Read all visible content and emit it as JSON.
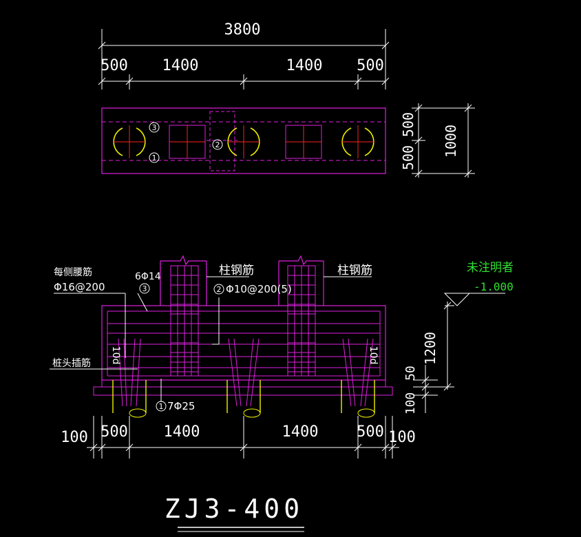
{
  "colors": {
    "background": "#000000",
    "outline": "#e020e0",
    "dimension": "#ffffff",
    "axis": "#ff2020",
    "pile_arc": "#f0f000",
    "note": "#30e030"
  },
  "plan": {
    "overall_width": "3800",
    "segments": [
      "500",
      "1400",
      "1400",
      "500"
    ],
    "right_dims": [
      "500",
      "500"
    ],
    "right_total": "1000",
    "markers": [
      "3",
      "2",
      "1"
    ]
  },
  "section": {
    "column_rebar_left": "柱钢筋",
    "column_rebar_right": "柱钢筋",
    "side_rebar_title": "每侧腰筋",
    "side_rebar_spec": "Φ16@200",
    "top_bar_marker": "3",
    "top_bar_spec": "6Φ14",
    "stirrup_marker": "2",
    "stirrup_spec": "Φ10@200(5)",
    "pile_dowel": "桩头插筋",
    "anchor_left": "10d",
    "anchor_right": "10d",
    "bottom_bar_marker": "1",
    "bottom_bar_spec": "7Φ25",
    "note_title": "未注明者",
    "note_level": "-1.000",
    "vert_dims": [
      "1200",
      "50",
      "100"
    ],
    "bottom_dims": [
      "100",
      "500",
      "1400",
      "1400",
      "500",
      "100"
    ]
  },
  "title": "ZJ3-400"
}
